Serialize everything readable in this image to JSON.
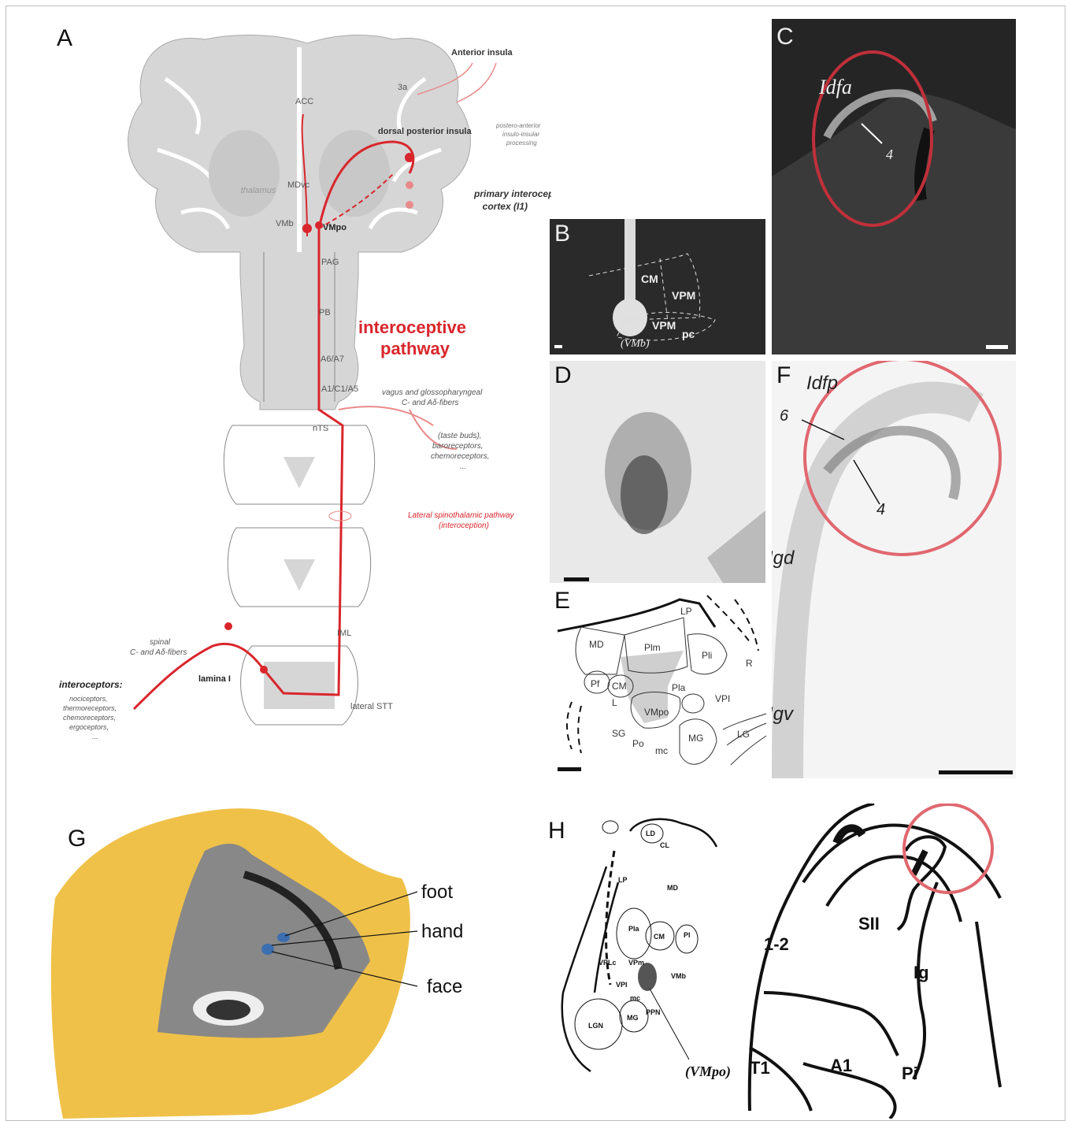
{
  "panels": {
    "A": {
      "label": "A",
      "structures": [
        "ACC",
        "3a",
        "MDvc",
        "VMb",
        "VMpo",
        "PAG",
        "PB",
        "A6/A7",
        "A1/C1/A5",
        "nTS",
        "IML",
        "lamina I",
        "lateral STT",
        "thalamus"
      ],
      "cortex": {
        "anterior_insula": "Anterior insula",
        "dorsal_posterior_insula": "dorsal posterior insula",
        "primary_cortex_1": "primary interoceptive",
        "primary_cortex_2": "cortex (I1)",
        "postero_1": "postero-anterior",
        "postero_2": "insulo-insular",
        "postero_3": "processing"
      },
      "pathway_title_1": "interoceptive",
      "pathway_title_2": "pathway",
      "vagus_1": "vagus and glossopharyngeal",
      "vagus_2": "C- and Aδ-fibers",
      "receptors_1": "(taste buds),",
      "receptors_2": "baroreceptors,",
      "receptors_3": "chemoreceptors,",
      "ellipsis": "...",
      "lateral_1": "Lateral spinothalamic pathway",
      "lateral_2": "(interoception)",
      "spinal_1": "spinal",
      "spinal_2": "C- and Aδ-fibers",
      "interoceptors_title": "interoceptors:",
      "interoceptors": [
        "nociceptors,",
        "thermoreceptors,",
        "chemoreceptors,",
        "ergoceptors,",
        "..."
      ]
    },
    "B": {
      "label": "B",
      "regions": [
        "CM",
        "VPM",
        "VPM",
        "pc",
        "(VMb)"
      ]
    },
    "C": {
      "label": "C",
      "region": "Idfa",
      "layer": "4"
    },
    "D": {
      "label": "D"
    },
    "E": {
      "label": "E",
      "regions": [
        "LP",
        "MD",
        "Plm",
        "Pli",
        "R",
        "Pf",
        "CM",
        "L",
        "Pla",
        "VPI",
        "VMpo",
        "SG",
        "Po",
        "mc",
        "MG",
        "LG"
      ]
    },
    "F": {
      "label": "F",
      "regions": [
        "Idfp",
        "Igd",
        "Igv"
      ],
      "layers": [
        "6",
        "4"
      ]
    },
    "G": {
      "label": "G",
      "annotations": [
        "foot",
        "hand",
        "face"
      ]
    },
    "H": {
      "label": "H",
      "regions": [
        "LD",
        "CL",
        "LP",
        "MD",
        "Pla",
        "CM",
        "Pl",
        "VPLc",
        "VPm",
        "VMb",
        "VPI",
        "mc",
        "LGN",
        "MG",
        "PPN",
        "(VMpo)"
      ],
      "cortex_regions": [
        "SII",
        "1-2",
        "Ig",
        "T1",
        "A1",
        "Pi"
      ]
    }
  },
  "colors": {
    "pathway_red": "#d9262c",
    "light_red": "#e98a8a",
    "brain_gray": "#d6d6d6",
    "circle_red": "#c0303a",
    "head_yellow": "#efc149"
  }
}
